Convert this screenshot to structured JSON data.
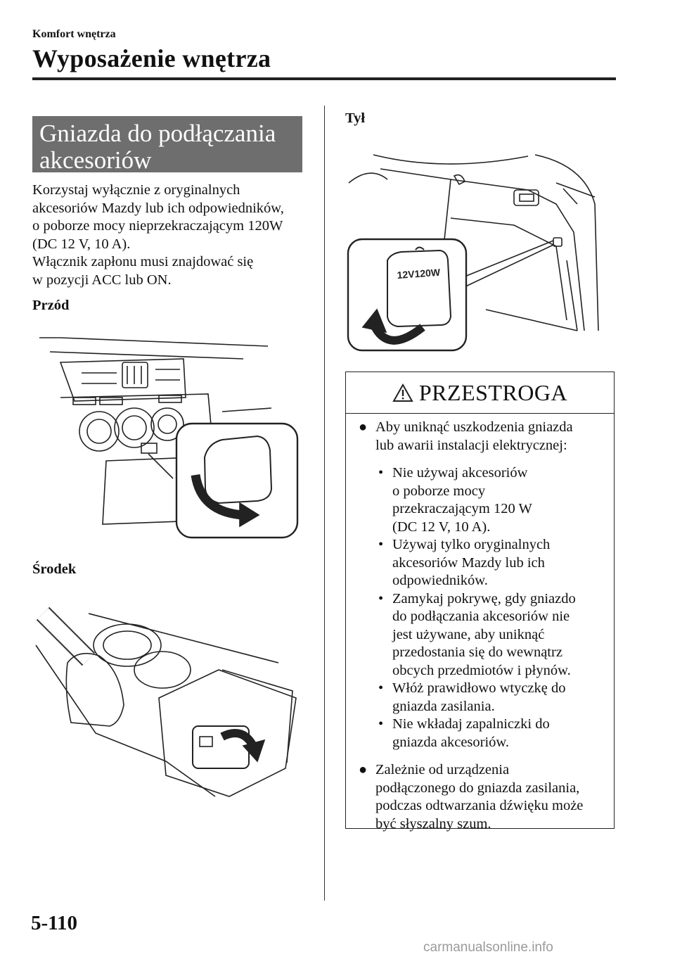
{
  "header": {
    "section": "Komfort wnętrza",
    "title": "Wyposażenie wnętrza"
  },
  "section": {
    "heading_line1": "Gniazda do podłączania",
    "heading_line2": "akcesoriów"
  },
  "intro": {
    "line1": "Korzystaj wyłącznie z oryginalnych",
    "line2": "akcesoriów Mazdy lub ich odpowiedników,",
    "line3": "o poborze mocy nieprzekraczającym 120W",
    "line4": "(DC 12 V, 10 A).",
    "line5": "Włącznik zapłonu musi znajdować się",
    "line6": "w pozycji ACC lub ON."
  },
  "labels": {
    "front": "Przód",
    "middle": "Środek",
    "rear": "Tył"
  },
  "illustration_text": {
    "socket_rating": "12V120W"
  },
  "caution": {
    "title": "PRZESTROGA",
    "b1_l1": "Aby uniknąć uszkodzenia gniazda",
    "b1_l2": "lub awarii instalacji elektrycznej:",
    "s1_l1": "Nie używaj akcesoriów",
    "s1_l2": "o poborze mocy",
    "s1_l3": "przekraczającym 120 W",
    "s1_l4": "(DC 12 V, 10 A).",
    "s2_l1": "Używaj tylko oryginalnych",
    "s2_l2": "akcesoriów Mazdy lub ich",
    "s2_l3": "odpowiedników.",
    "s3_l1": "Zamykaj pokrywę, gdy gniazdo",
    "s3_l2": "do podłączania akcesoriów nie",
    "s3_l3": "jest używane, aby uniknąć",
    "s3_l4": "przedostania się do wewnątrz",
    "s3_l5": "obcych przedmiotów i płynów.",
    "s4_l1": "Włóż prawidłowo wtyczkę do",
    "s4_l2": "gniazda zasilania.",
    "s5_l1": "Nie wkładaj zapalniczki do",
    "s5_l2": "gniazda akcesoriów.",
    "b2_l1": "Zależnie od urządzenia",
    "b2_l2": "podłączonego do gniazda zasilania,",
    "b2_l3": "podczas odtwarzania dźwięku może",
    "b2_l4": "być słyszalny szum."
  },
  "footer": {
    "page_number": "5-110",
    "watermark": "carmanualsonline.info"
  }
}
